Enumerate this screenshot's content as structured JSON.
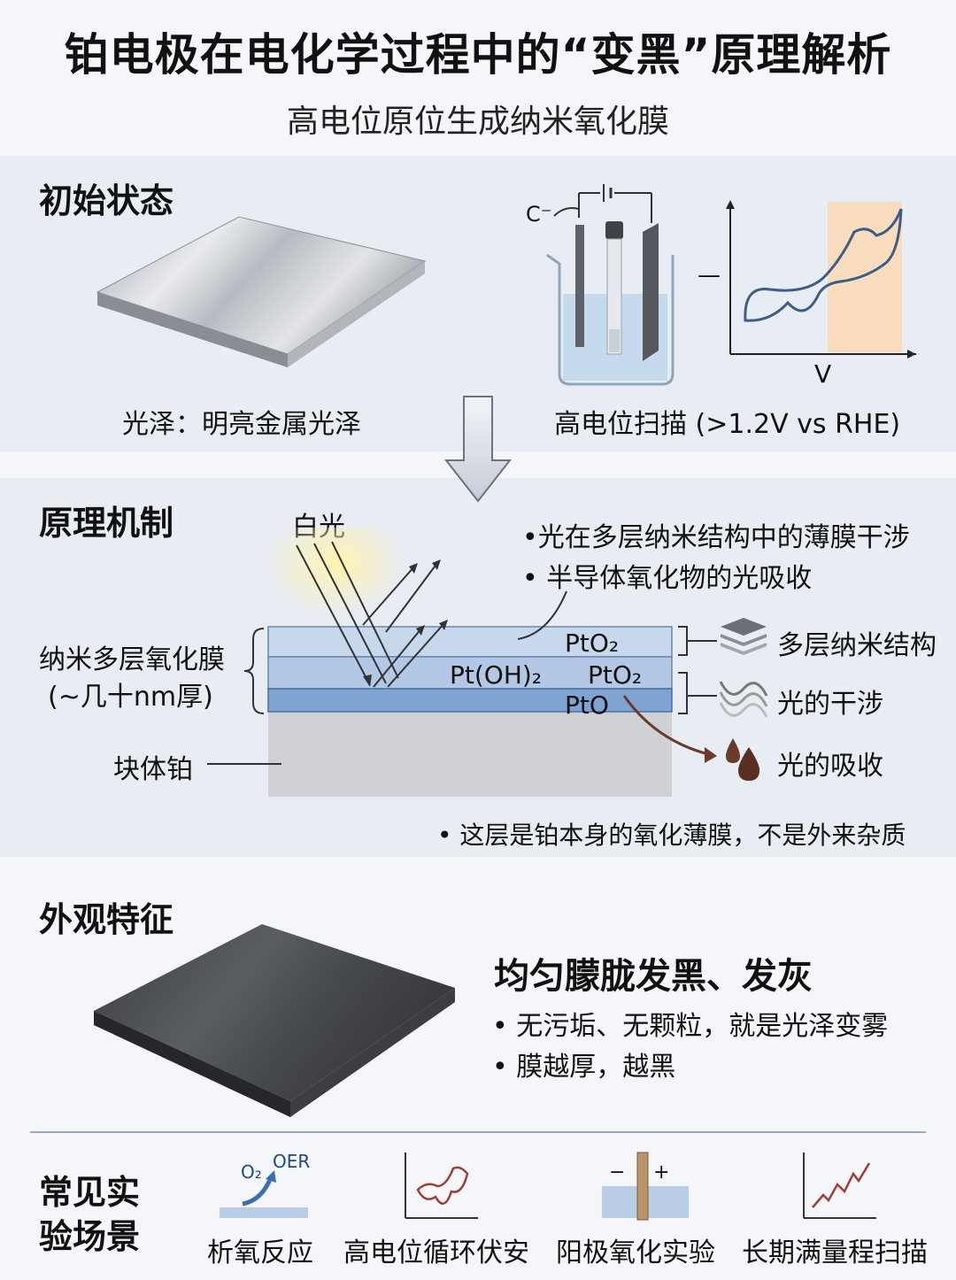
{
  "header": {
    "title": "铂电极在电化学过程中的“变黑”原理解析",
    "subtitle": "高电位原位生成纳米氧化膜"
  },
  "initial": {
    "section_title": "初始状态",
    "gloss_caption": "光泽：明亮金属光泽",
    "scan_caption": "高电位扫描 (>1.2V vs RHE)",
    "electrode_label": "C⁻",
    "cv_x_label": "V",
    "cv_y_label": "—"
  },
  "mechanism": {
    "section_title": "原理机制",
    "light_label": "白光",
    "bullets": [
      "•光在多层纳米结构中的薄膜干涉",
      "• 半导体氧化物的光吸收"
    ],
    "film_label_1": "纳米多层氧化膜",
    "film_label_2": "(~几十nm厚)",
    "bulk_label": "块体铂",
    "layer_top": "PtO₂",
    "layer_mid_left": "Pt(OH)₂",
    "layer_mid_right": "PtO₂",
    "layer_bottom": "PtO",
    "legend": [
      "多层纳米结构",
      "光的干涉",
      "光的吸收"
    ],
    "note": "• 这层是铂本身的氧化薄膜，不是外来杂质"
  },
  "appearance": {
    "section_title": "外观特征",
    "headline": "均匀朦胧发黑、发灰",
    "bullets": [
      "• 无污垢、无颗粒，就是光泽变雾",
      "• 膜越厚，越黑"
    ]
  },
  "scenarios": {
    "section_title_1": "常见实",
    "section_title_2": "验场景",
    "items": [
      "析氧反应",
      "高电位循环伏安",
      "阳极氧化实验",
      "长期满量程扫描"
    ],
    "oer_o2": "O₂",
    "oer_label": "OER",
    "anode_minus": "−",
    "anode_plus": "+"
  },
  "colors": {
    "accent_blue": "#3a5f8a",
    "film_blue": "#b9cde6",
    "film_dark": "#7fa3d3",
    "cv_curve": "#3b5e86",
    "highlight": "#f9dcbd",
    "absorb_brown": "#6b3a2a"
  }
}
